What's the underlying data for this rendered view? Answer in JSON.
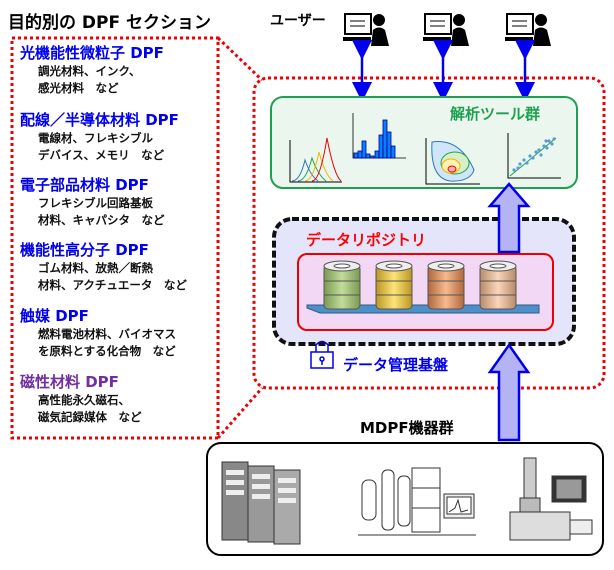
{
  "title": "目的別の DPF セクション",
  "sections": [
    {
      "name": "光機能性微粒子 DPF",
      "lines": [
        "調光材料、インク、",
        "感光材料　など"
      ],
      "color": "#0000ee"
    },
    {
      "name": "配線／半導体材料 DPF",
      "lines": [
        "電線材、フレキシブル",
        "デバイス、メモリ　など"
      ],
      "color": "#0000ee"
    },
    {
      "name": "電子部品材料 DPF",
      "lines": [
        "フレキシブル回路基板",
        "材料、キャパシタ　など"
      ],
      "color": "#0000ee"
    },
    {
      "name": "機能性高分子 DPF",
      "lines": [
        "ゴム材料、放熱／断熱",
        "材料、アクチュエータ　など"
      ],
      "color": "#0000ee"
    },
    {
      "name": "触媒 DPF",
      "lines": [
        "燃料電池材料、バイオマス",
        "を原料とする化合物　など"
      ],
      "color": "#0000ee"
    },
    {
      "name": "磁性材料 DPF",
      "lines": [
        "高性能永久磁石、",
        "磁気記録媒体　など"
      ],
      "color": "#7030a0"
    }
  ],
  "users_label": "ユーザー",
  "analysis_tools_label": "解析ツール群",
  "repository_label": "データリポジトリ",
  "management_label": "データ管理基盤",
  "instruments_label": "MDPF機器群",
  "colors": {
    "section": "#0000ee",
    "magnetic": "#7030a0",
    "tools": "#1ea050",
    "repository": "#ff0000",
    "management": "#0000ee",
    "dotted_border": "#ee0000"
  }
}
